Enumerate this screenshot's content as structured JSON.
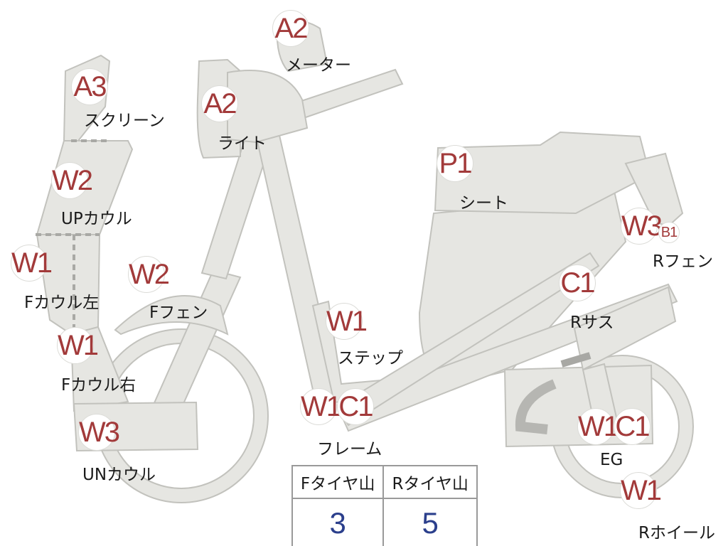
{
  "parts": [
    {
      "id": "meter",
      "code": "A2",
      "name": "メーター"
    },
    {
      "id": "screen",
      "code": "A3",
      "name": "スクリーン"
    },
    {
      "id": "light",
      "code": "A2",
      "name": "ライト"
    },
    {
      "id": "upper-cowl",
      "code": "W2",
      "name": "UPカウル"
    },
    {
      "id": "seat",
      "code": "P1",
      "name": "シート"
    },
    {
      "id": "rear-fender",
      "code": "W3",
      "code2": "B1",
      "name": "Rフェン"
    },
    {
      "id": "left-cowl",
      "code": "W1",
      "name": "Fカウル左"
    },
    {
      "id": "front-fender",
      "code": "W2",
      "name": "Fフェン"
    },
    {
      "id": "rear-suspension",
      "code": "C1",
      "name": "Rサス"
    },
    {
      "id": "step",
      "code": "W1",
      "name": "ステップ"
    },
    {
      "id": "right-cowl",
      "code": "W1",
      "name": "Fカウル右"
    },
    {
      "id": "frame",
      "code": "W1",
      "code2": "C1",
      "name": "フレーム"
    },
    {
      "id": "under-cowl",
      "code": "W3",
      "name": "UNカウル"
    },
    {
      "id": "engine",
      "code": "W1",
      "code2": "C1",
      "name": "EG"
    },
    {
      "id": "rear-wheel",
      "code": "W1",
      "name": "Rホイール"
    }
  ],
  "tire_tread": {
    "front_label": "Fタイヤ山",
    "rear_label": "Rタイヤ山",
    "front_value": "3",
    "rear_value": "5"
  }
}
